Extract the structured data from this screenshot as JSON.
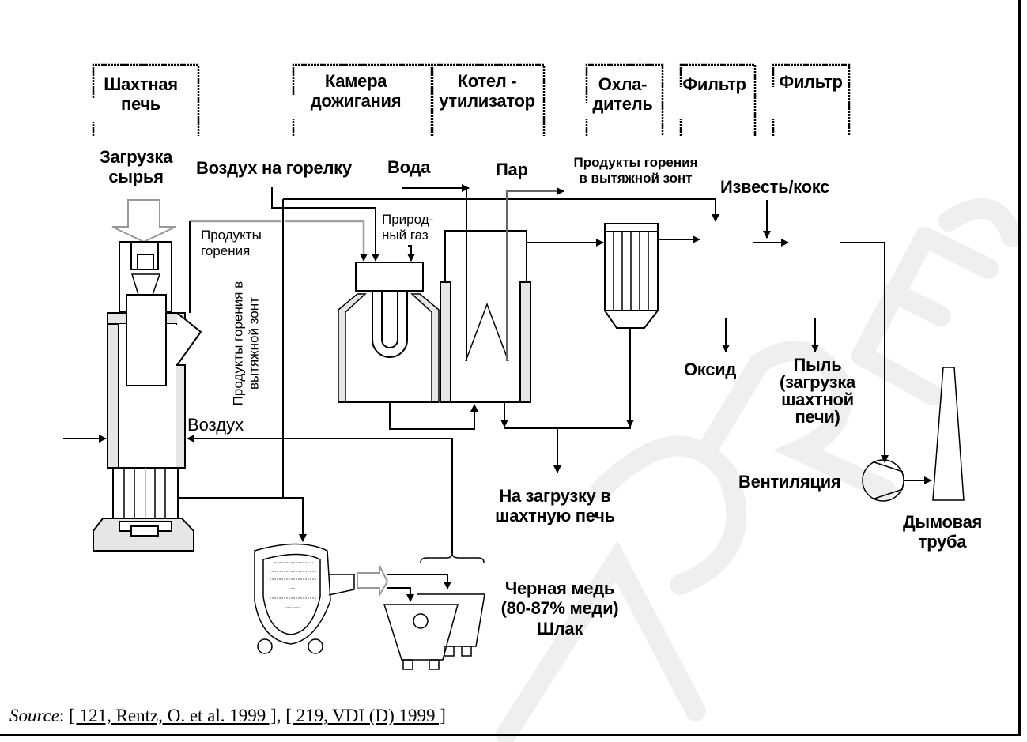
{
  "sections": [
    {
      "id": "shaft-furnace",
      "label": "Шахтная\nпечь"
    },
    {
      "id": "afterburner",
      "label": "Камера\nдожигания"
    },
    {
      "id": "waste-heat-boiler",
      "label": "Котел -\nутилизатор"
    },
    {
      "id": "cooler",
      "label": "Охла-\nдитель"
    },
    {
      "id": "filter-1",
      "label": "Фильтр"
    },
    {
      "id": "filter-2",
      "label": "Фильтр"
    }
  ],
  "labels": {
    "raw_feed": "Загрузка\nсырья",
    "burner_air": "Воздух на горелку",
    "water": "Вода",
    "steam": "Пар",
    "combustion_to_hood_top": "Продукты горения\nв вытяжной зонт",
    "lime_coke": "Известь/кокс",
    "combustion_products": "Продукты\nгорения",
    "natural_gas": "Природ-\nный газ",
    "combustion_to_hood_vertical": "Продукты горения в\nвытяжной зонт",
    "air": "Воздух",
    "oxide": "Оксид",
    "dust": "Пыль\n(загрузка\nшахтной\nпечи)",
    "to_shaft_feed": "На загрузку в\nшахтную печь",
    "ventilation": "Вентиляция",
    "stack": "Дымовая\nтруба",
    "black_copper": "Черная медь\n(80-87% меди)\nШлак"
  },
  "source": {
    "prefix": "Source",
    "refs": [
      "[ 121, Rentz, O. et al. 1999 ]",
      "[ 219, VDI (D) 1999 ]"
    ]
  },
  "watermark": "DRAFT IN PROGRESS",
  "colors": {
    "line": "#000000",
    "fill_grey": "#e6e6e6",
    "watermark": "#efefef",
    "grey_line": "#a0a0a0"
  }
}
